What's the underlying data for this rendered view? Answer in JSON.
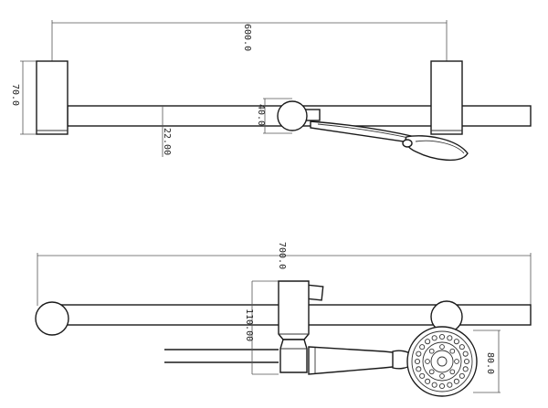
{
  "top_view": {
    "dim_width": "600.0",
    "dim_bracket_height": "70.0",
    "dim_slider": "40.0",
    "dim_rail": "22.00"
  },
  "side_view": {
    "dim_total": "700.0",
    "dim_slider": "110.00",
    "dim_head": "80.0"
  }
}
